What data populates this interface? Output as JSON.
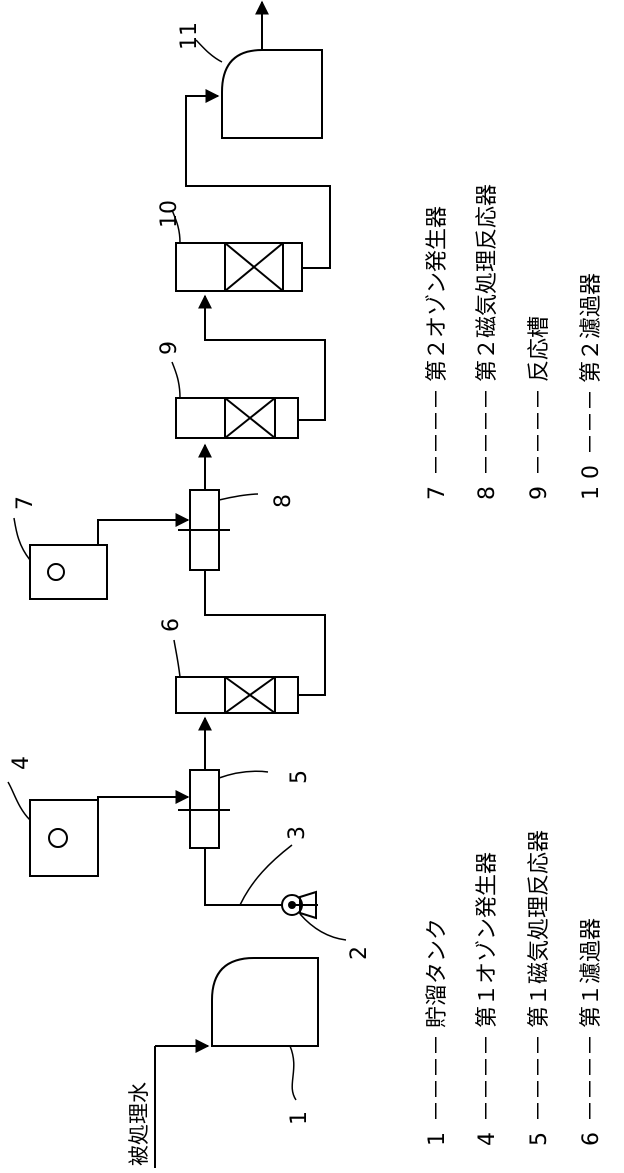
{
  "labels": {
    "inflow": "被処理水",
    "n1": "1",
    "n2": "2",
    "n3": "3",
    "n4": "4",
    "n5": "5",
    "n6": "6",
    "n7": "7",
    "n8": "8",
    "n9": "9",
    "n10": "10",
    "n11": "11"
  },
  "legend_left": [
    {
      "num": "1",
      "dash": "－－－－",
      "text": "貯溜タンク"
    },
    {
      "num": "4",
      "dash": "－－－－",
      "text": "第１オゾン発生器"
    },
    {
      "num": "5",
      "dash": "－－－－",
      "text": "第１磁気処理反応器"
    },
    {
      "num": "6",
      "dash": "－－－－",
      "text": "第１濾過器"
    }
  ],
  "legend_right": [
    {
      "num": "7",
      "dash": "－－－－",
      "text": "第２オゾン発生器"
    },
    {
      "num": "8",
      "dash": "－－－－",
      "text": "第２磁気処理反応器"
    },
    {
      "num": "9",
      "dash": "－－－－",
      "text": "反応槽"
    },
    {
      "num": "1 0",
      "dash": "－－－",
      "text": "第２濾過器"
    }
  ]
}
